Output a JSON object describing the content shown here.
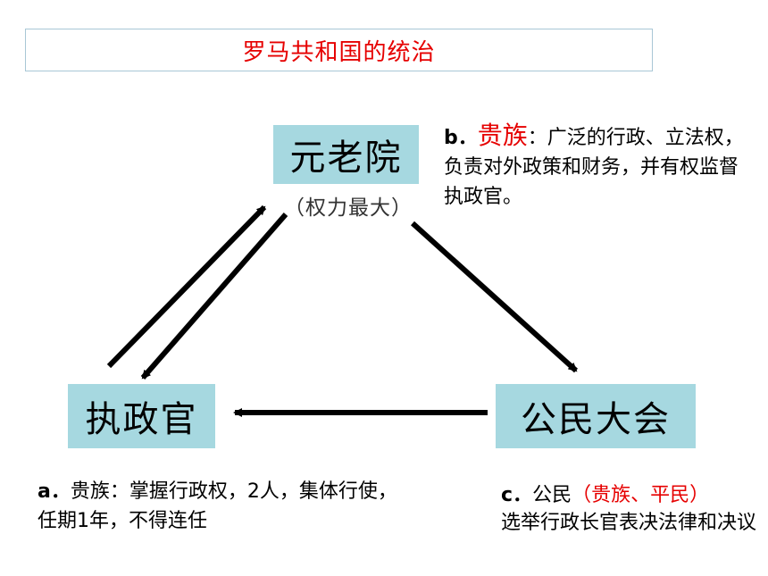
{
  "title": "罗马共和国的统治",
  "nodes": {
    "senate": {
      "label": "元老院",
      "sub": "（权力最大）"
    },
    "consul": {
      "label": "执政官"
    },
    "assembly": {
      "label": "公民大会"
    }
  },
  "descriptions": {
    "b": {
      "key": "b",
      "sep": "．",
      "who": "贵族",
      "text": "：广泛的行政、立法权，负责对外政策和财务，并有权监督执政官。"
    },
    "a": {
      "key": "a",
      "sep": "．",
      "text": "贵族：掌握行政权，2人，集体行使，任期1年，不得连任"
    },
    "c": {
      "key": "c",
      "sep": "．",
      "who": "公民",
      "paren": "（贵族、平民）",
      "text": "选举行政长官表决法律和决议"
    }
  },
  "colors": {
    "accent": "#e60000",
    "node_fill": "#a6d8e0",
    "arrow": "#000000"
  }
}
